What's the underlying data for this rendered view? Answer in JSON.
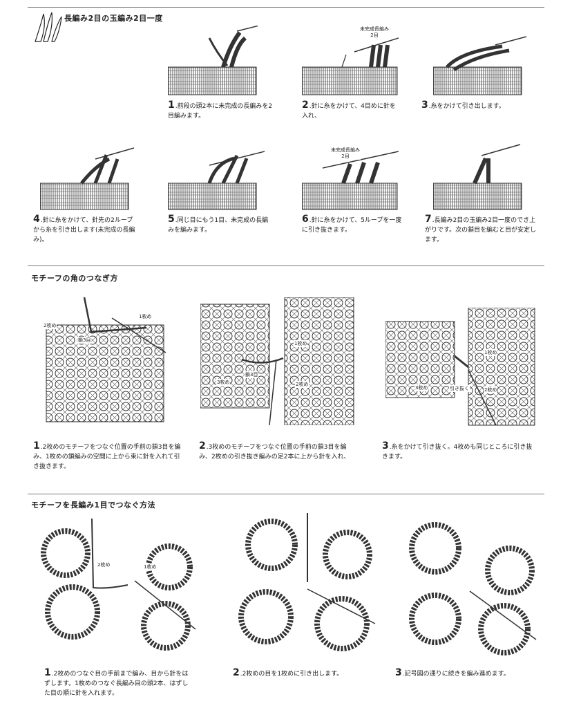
{
  "section1": {
    "title": "長編み2目の玉編み2目一度",
    "steps": [
      {
        "num": "1",
        "text": ".前段の頭2本に未完成の長編みを2目編みます。"
      },
      {
        "num": "2",
        "text": ".針に糸をかけて、4目めに針を入れ、",
        "label": "未完成長編み\n2目"
      },
      {
        "num": "3",
        "text": ".糸をかけて引き出します。"
      },
      {
        "num": "4",
        "text": ".針に糸をかけて、針先の2ループから糸を引き出します(未完成の長編み)。"
      },
      {
        "num": "5",
        "text": ".同じ目にもう1目、未完成の長編みを編みます。"
      },
      {
        "num": "6",
        "text": ".針に糸をかけて、5ループを一度に引き抜きます。",
        "label": "未完成長編み\n2目"
      },
      {
        "num": "7",
        "text": ".長編み2目の玉編み2目一度のでき上がりです。次の鎖目を編むと目が安定します。"
      }
    ]
  },
  "section2": {
    "title": "モチーフの角のつなぎ方",
    "steps": [
      {
        "num": "1",
        "text": ".2枚めのモチーフをつなぐ位置の手前の鎖3目を編み、1枚めの鎖編みの空間に上から束に針を入れて引き抜きます。",
        "labels": {
          "a": "2枚め",
          "b": "1枚め",
          "c": "鎖3目"
        }
      },
      {
        "num": "2",
        "text": ".3枚めのモチーフをつなぐ位置の手前の鎖3目を編み、2枚めの引き抜き編みの足2本に上から針を入れ、",
        "labels": {
          "a": "1枚め",
          "b": "3枚め",
          "c": "鎖3目",
          "d": "2枚め"
        }
      },
      {
        "num": "3",
        "text": ".糸をかけて引き抜く。4枚めも同じところに引き抜きます。",
        "labels": {
          "a": "1枚め",
          "b": "3枚め",
          "c": "引き抜く",
          "d": "2枚め"
        }
      }
    ]
  },
  "section3": {
    "title": "モチーフを長編み1目でつなぐ方法",
    "steps": [
      {
        "num": "1",
        "text": ".2枚めのつなぐ目の手前まで編み、目から針をはずします。1枚めのつなぐ長編み目の頭2本、はずした目の順に針を入れます。",
        "labels": {
          "a": "2枚め",
          "b": "1枚め"
        }
      },
      {
        "num": "2",
        "text": ".2枚めの目を1枚めに引き出します。"
      },
      {
        "num": "3",
        "text": ".記号図の通りに続きを編み進めます。"
      }
    ]
  },
  "icons": {
    "logo": "crossed-needles-logo"
  },
  "colors": {
    "ink": "#222222",
    "fill": "#b9c2c9",
    "rule": "#777777"
  }
}
